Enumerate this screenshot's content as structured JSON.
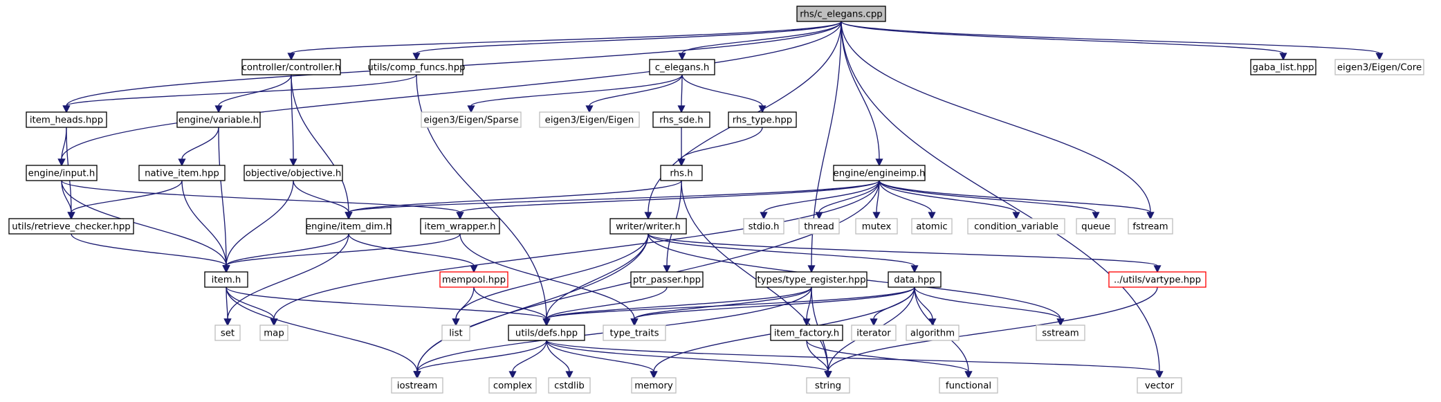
{
  "colors": {
    "edge": "#191970",
    "root_fill": "#bfbfbf",
    "local_border": "#000000",
    "external_border": "#bfbfbf",
    "truncated_border": "#ff0000",
    "local_text": "#000000",
    "external_text": "#000000"
  },
  "nodes": [
    {
      "id": "rhs_c_elegans_cpp",
      "label": "rhs/c_elegans.cpp",
      "kind": "root"
    },
    {
      "id": "controller_h",
      "label": "controller/controller.h",
      "kind": "local"
    },
    {
      "id": "comp_funcs_hpp",
      "label": "utils/comp_funcs.hpp",
      "kind": "local"
    },
    {
      "id": "c_elegans_h",
      "label": "c_elegans.h",
      "kind": "local"
    },
    {
      "id": "gaba_list_hpp",
      "label": "gaba_list.hpp",
      "kind": "local"
    },
    {
      "id": "eigen_core",
      "label": "eigen3/Eigen/Core",
      "kind": "external"
    },
    {
      "id": "item_heads_hpp",
      "label": "item_heads.hpp",
      "kind": "local"
    },
    {
      "id": "variable_h",
      "label": "engine/variable.h",
      "kind": "local"
    },
    {
      "id": "eigen_sparse",
      "label": "eigen3/Eigen/Sparse",
      "kind": "external"
    },
    {
      "id": "eigen_eigen",
      "label": "eigen3/Eigen/Eigen",
      "kind": "external"
    },
    {
      "id": "rhs_sde_h",
      "label": "rhs_sde.h",
      "kind": "local"
    },
    {
      "id": "rhs_type_hpp",
      "label": "rhs_type.hpp",
      "kind": "local"
    },
    {
      "id": "input_h",
      "label": "engine/input.h",
      "kind": "local"
    },
    {
      "id": "native_item_hpp",
      "label": "native_item.hpp",
      "kind": "local"
    },
    {
      "id": "objective_h",
      "label": "objective/objective.h",
      "kind": "local"
    },
    {
      "id": "rhs_h",
      "label": "rhs.h",
      "kind": "local"
    },
    {
      "id": "engineimp_h",
      "label": "engine/engineimp.h",
      "kind": "local"
    },
    {
      "id": "retrieve_checker_hpp",
      "label": "utils/retrieve_checker.hpp",
      "kind": "local"
    },
    {
      "id": "item_dim_h",
      "label": "engine/item_dim.h",
      "kind": "local"
    },
    {
      "id": "item_wrapper_h",
      "label": "item_wrapper.h",
      "kind": "local"
    },
    {
      "id": "writer_h",
      "label": "writer/writer.h",
      "kind": "local"
    },
    {
      "id": "stdio_h",
      "label": "stdio.h",
      "kind": "external"
    },
    {
      "id": "thread",
      "label": "thread",
      "kind": "external"
    },
    {
      "id": "mutex",
      "label": "mutex",
      "kind": "external"
    },
    {
      "id": "atomic",
      "label": "atomic",
      "kind": "external"
    },
    {
      "id": "condition_variable",
      "label": "condition_variable",
      "kind": "external"
    },
    {
      "id": "queue",
      "label": "queue",
      "kind": "external"
    },
    {
      "id": "fstream",
      "label": "fstream",
      "kind": "external"
    },
    {
      "id": "item_h",
      "label": "item.h",
      "kind": "local"
    },
    {
      "id": "mempool_hpp",
      "label": "mempool.hpp",
      "kind": "truncated"
    },
    {
      "id": "ptr_passer_hpp",
      "label": "ptr_passer.hpp",
      "kind": "local"
    },
    {
      "id": "type_register_hpp",
      "label": "types/type_register.hpp",
      "kind": "local"
    },
    {
      "id": "data_hpp",
      "label": "data.hpp",
      "kind": "local"
    },
    {
      "id": "vartype_hpp",
      "label": "../utils/vartype.hpp",
      "kind": "truncated"
    },
    {
      "id": "set",
      "label": "set",
      "kind": "external"
    },
    {
      "id": "map",
      "label": "map",
      "kind": "external"
    },
    {
      "id": "list",
      "label": "list",
      "kind": "external"
    },
    {
      "id": "defs_hpp",
      "label": "utils/defs.hpp",
      "kind": "local"
    },
    {
      "id": "type_traits",
      "label": "type_traits",
      "kind": "external"
    },
    {
      "id": "item_factory_h",
      "label": "item_factory.h",
      "kind": "local"
    },
    {
      "id": "iterator",
      "label": "iterator",
      "kind": "external"
    },
    {
      "id": "algorithm",
      "label": "algorithm",
      "kind": "external"
    },
    {
      "id": "sstream",
      "label": "sstream",
      "kind": "external"
    },
    {
      "id": "iostream",
      "label": "iostream",
      "kind": "external"
    },
    {
      "id": "complex",
      "label": "complex",
      "kind": "external"
    },
    {
      "id": "cstdlib",
      "label": "cstdlib",
      "kind": "external"
    },
    {
      "id": "memory",
      "label": "memory",
      "kind": "external"
    },
    {
      "id": "string",
      "label": "string",
      "kind": "external"
    },
    {
      "id": "functional",
      "label": "functional",
      "kind": "external"
    },
    {
      "id": "vector",
      "label": "vector",
      "kind": "external"
    }
  ],
  "edges": [
    [
      "rhs_c_elegans_cpp",
      "item_heads_hpp"
    ],
    [
      "rhs_c_elegans_cpp",
      "input_h"
    ],
    [
      "rhs_c_elegans_cpp",
      "controller_h"
    ],
    [
      "rhs_c_elegans_cpp",
      "comp_funcs_hpp"
    ],
    [
      "rhs_c_elegans_cpp",
      "c_elegans_h"
    ],
    [
      "rhs_c_elegans_cpp",
      "writer_h"
    ],
    [
      "rhs_c_elegans_cpp",
      "engineimp_h"
    ],
    [
      "rhs_c_elegans_cpp",
      "fstream"
    ],
    [
      "rhs_c_elegans_cpp",
      "type_register_hpp"
    ],
    [
      "rhs_c_elegans_cpp",
      "vector"
    ],
    [
      "rhs_c_elegans_cpp",
      "gaba_list_hpp"
    ],
    [
      "rhs_c_elegans_cpp",
      "eigen_core"
    ],
    [
      "controller_h",
      "variable_h"
    ],
    [
      "controller_h",
      "objective_h"
    ],
    [
      "controller_h",
      "item_dim_h"
    ],
    [
      "comp_funcs_hpp",
      "item_heads_hpp"
    ],
    [
      "comp_funcs_hpp",
      "defs_hpp"
    ],
    [
      "c_elegans_h",
      "eigen_sparse"
    ],
    [
      "c_elegans_h",
      "eigen_eigen"
    ],
    [
      "c_elegans_h",
      "rhs_sde_h"
    ],
    [
      "c_elegans_h",
      "rhs_type_hpp"
    ],
    [
      "item_heads_hpp",
      "input_h"
    ],
    [
      "item_heads_hpp",
      "retrieve_checker_hpp"
    ],
    [
      "variable_h",
      "native_item_hpp"
    ],
    [
      "variable_h",
      "item_h"
    ],
    [
      "rhs_sde_h",
      "rhs_h"
    ],
    [
      "rhs_type_hpp",
      "rhs_h"
    ],
    [
      "input_h",
      "retrieve_checker_hpp"
    ],
    [
      "input_h",
      "item_h"
    ],
    [
      "input_h",
      "item_wrapper_h"
    ],
    [
      "native_item_hpp",
      "retrieve_checker_hpp"
    ],
    [
      "native_item_hpp",
      "item_h"
    ],
    [
      "objective_h",
      "item_dim_h"
    ],
    [
      "objective_h",
      "item_h"
    ],
    [
      "rhs_h",
      "item_dim_h"
    ],
    [
      "rhs_h",
      "ptr_passer_hpp"
    ],
    [
      "rhs_h",
      "string"
    ],
    [
      "engineimp_h",
      "item_dim_h"
    ],
    [
      "engineimp_h",
      "item_wrapper_h"
    ],
    [
      "engineimp_h",
      "map"
    ],
    [
      "engineimp_h",
      "iostream"
    ],
    [
      "engineimp_h",
      "stdio_h"
    ],
    [
      "engineimp_h",
      "thread"
    ],
    [
      "engineimp_h",
      "mutex"
    ],
    [
      "engineimp_h",
      "atomic"
    ],
    [
      "engineimp_h",
      "condition_variable"
    ],
    [
      "engineimp_h",
      "queue"
    ],
    [
      "engineimp_h",
      "fstream"
    ],
    [
      "retrieve_checker_hpp",
      "item_h"
    ],
    [
      "item_dim_h",
      "item_h"
    ],
    [
      "item_dim_h",
      "mempool_hpp"
    ],
    [
      "item_dim_h",
      "set"
    ],
    [
      "item_wrapper_h",
      "item_h"
    ],
    [
      "item_wrapper_h",
      "type_traits"
    ],
    [
      "writer_h",
      "data_hpp"
    ],
    [
      "writer_h",
      "defs_hpp"
    ],
    [
      "writer_h",
      "list"
    ],
    [
      "writer_h",
      "iostream"
    ],
    [
      "writer_h",
      "sstream"
    ],
    [
      "writer_h",
      "vartype_hpp"
    ],
    [
      "item_h",
      "set"
    ],
    [
      "item_h",
      "map"
    ],
    [
      "item_h",
      "defs_hpp"
    ],
    [
      "item_h",
      "iostream"
    ],
    [
      "mempool_hpp",
      "list"
    ],
    [
      "mempool_hpp",
      "defs_hpp"
    ],
    [
      "ptr_passer_hpp",
      "defs_hpp"
    ],
    [
      "type_register_hpp",
      "item_factory_h"
    ],
    [
      "type_register_hpp",
      "defs_hpp"
    ],
    [
      "type_register_hpp",
      "type_traits"
    ],
    [
      "type_register_hpp",
      "string"
    ],
    [
      "type_register_hpp",
      "iostream"
    ],
    [
      "data_hpp",
      "defs_hpp"
    ],
    [
      "data_hpp",
      "iterator"
    ],
    [
      "data_hpp",
      "algorithm"
    ],
    [
      "data_hpp",
      "sstream"
    ],
    [
      "data_hpp",
      "memory"
    ],
    [
      "data_hpp",
      "string"
    ],
    [
      "data_hpp",
      "functional"
    ],
    [
      "data_hpp",
      "type_traits"
    ],
    [
      "vartype_hpp",
      "string"
    ],
    [
      "defs_hpp",
      "iostream"
    ],
    [
      "defs_hpp",
      "complex"
    ],
    [
      "defs_hpp",
      "cstdlib"
    ],
    [
      "defs_hpp",
      "memory"
    ],
    [
      "defs_hpp",
      "string"
    ],
    [
      "defs_hpp",
      "vector"
    ],
    [
      "item_factory_h",
      "string"
    ],
    [
      "item_factory_h",
      "functional"
    ]
  ]
}
